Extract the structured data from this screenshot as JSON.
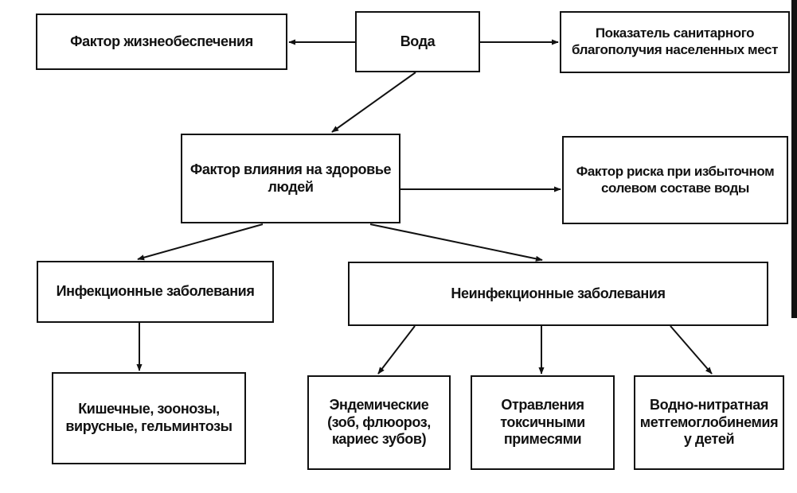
{
  "diagram": {
    "nodes": {
      "water": "Вода",
      "life_support": "Фактор жизнеобеспечения",
      "sanitary_indicator": "Показатель санитарного\nблагополучия населенных мест",
      "health_factor": "Фактор влияния на здоровье людей",
      "risk_factor": "Фактор риска при избыточном\nсолевом составе воды",
      "infectious": "Инфекционные заболевания",
      "noninfectious": "Неинфекционные заболевания",
      "intestinal": "Кишечные, зоонозы,\nвирусные, гельминтозы",
      "endemic": "Эндемические\n(зоб, флюороз,\nкариес зубов)",
      "poisoning": "Отравления\nтоксичными\nпримесями",
      "nitrate": "Водно-нитратная\nметгемоглобинемия\nу детей"
    },
    "edges": [
      {
        "from": "water",
        "to": "life_support"
      },
      {
        "from": "water",
        "to": "sanitary_indicator"
      },
      {
        "from": "water",
        "to": "health_factor"
      },
      {
        "from": "health_factor",
        "to": "risk_factor"
      },
      {
        "from": "health_factor",
        "to": "infectious"
      },
      {
        "from": "health_factor",
        "to": "noninfectious"
      },
      {
        "from": "infectious",
        "to": "intestinal"
      },
      {
        "from": "noninfectious",
        "to": "endemic"
      },
      {
        "from": "noninfectious",
        "to": "poisoning"
      },
      {
        "from": "noninfectious",
        "to": "nitrate"
      }
    ],
    "colors": {
      "line": "#111111",
      "background": "#ffffff"
    }
  }
}
